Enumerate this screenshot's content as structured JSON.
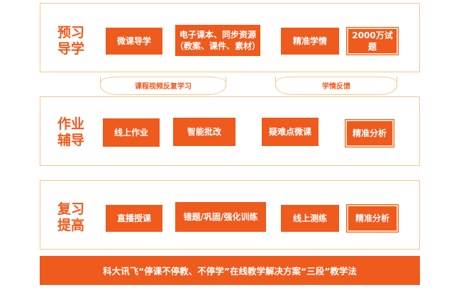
{
  "stages": [
    {
      "title_line1": "预习",
      "title_line2": "导学",
      "items": [
        "微课导学",
        "电子课本、同步资源\n（教案、课件、素材）",
        "精准学情",
        "2000万试题"
      ]
    },
    {
      "title_line1": "作业",
      "title_line2": "辅导",
      "items": [
        "线上作业",
        "智能批改",
        "疑难点微课",
        "精准分析"
      ]
    },
    {
      "title_line1": "复习",
      "title_line2": "提高",
      "items": [
        "直播授课",
        "错题/巩固/强化训练",
        "线上测练",
        "精准分析"
      ]
    }
  ],
  "connectors": [
    "课程视频反复学习",
    "学情反馈"
  ],
  "footer": "科大讯飞“停课不停教、不停学”在线教学解决方案“三段”教学法",
  "colors": {
    "accent": "#ef5a1d",
    "border": "#f7c68a"
  }
}
